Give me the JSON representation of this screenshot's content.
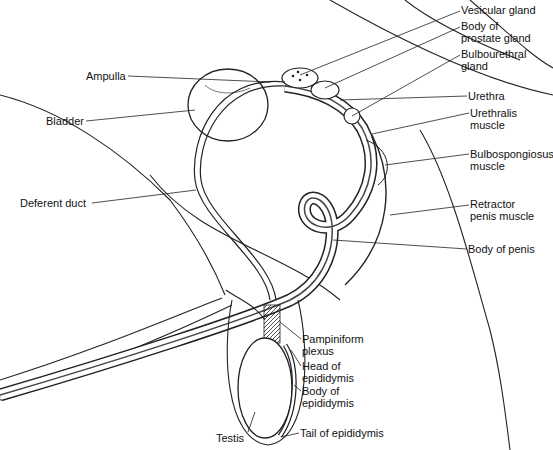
{
  "diagram": {
    "labels": [
      "Vesicular gland",
      "Body of prostate gland",
      "Bulbourethral gland",
      "Ampulla",
      "Urethra",
      "Bladder",
      "Urethralis muscle",
      "Bulbospongiosus muscle",
      "Deferent duct",
      "Retractor penis muscle",
      "Body of penis",
      "Pampiniform plexus",
      "Head of epididymis",
      "Body of epididymis",
      "Testis",
      "Tail of epididymis"
    ]
  }
}
